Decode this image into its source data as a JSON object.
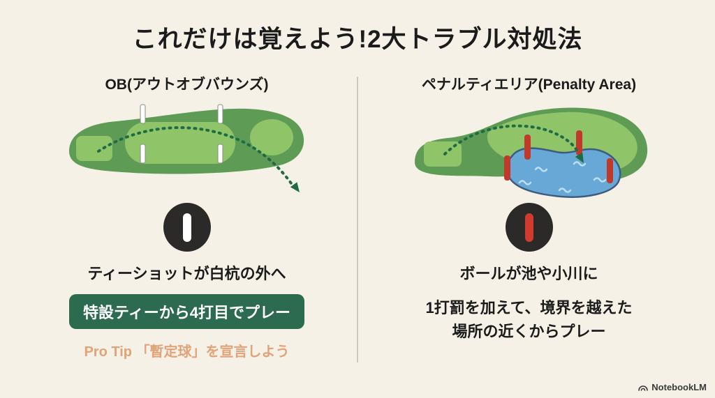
{
  "title": "これだけは覚えよう!2大トラブル対処法",
  "columns": {
    "ob": {
      "heading": "OB(アウトオブバウンズ)",
      "caption": "ティーショットが白杭の外へ",
      "rule": "特設ティーから4打目でプレー",
      "pro_tip": "Pro Tip 「暫定球」を宣言しよう"
    },
    "penalty": {
      "heading": "ペナルティエリア(Penalty Area)",
      "caption": "ボールが池や小川に",
      "rule": "1打罰を加えて、境界を越えた\n場所の近くからプレー"
    }
  },
  "icons": {
    "ob_badge": "white-stake-icon",
    "penalty_badge": "red-stake-icon",
    "brand": "notebooklm-logo-icon"
  },
  "footer": {
    "brand": "NotebookLM"
  },
  "colors": {
    "background": "#F5F1E7",
    "title_text": "#1B1B1B",
    "rough_green": "#5E9C55",
    "fairway_green": "#8FC468",
    "arrow_green": "#1E6B45",
    "water_blue": "#68A8D6",
    "water_outline": "#3D5C80",
    "wave_blue": "#BEE0F1",
    "red_stake": "#C0392B",
    "badge_circle": "#2C2A28",
    "rule_box_green": "#2C6B4F",
    "pro_tip_orange": "#E1A377",
    "divider": "#CCC9BF"
  }
}
